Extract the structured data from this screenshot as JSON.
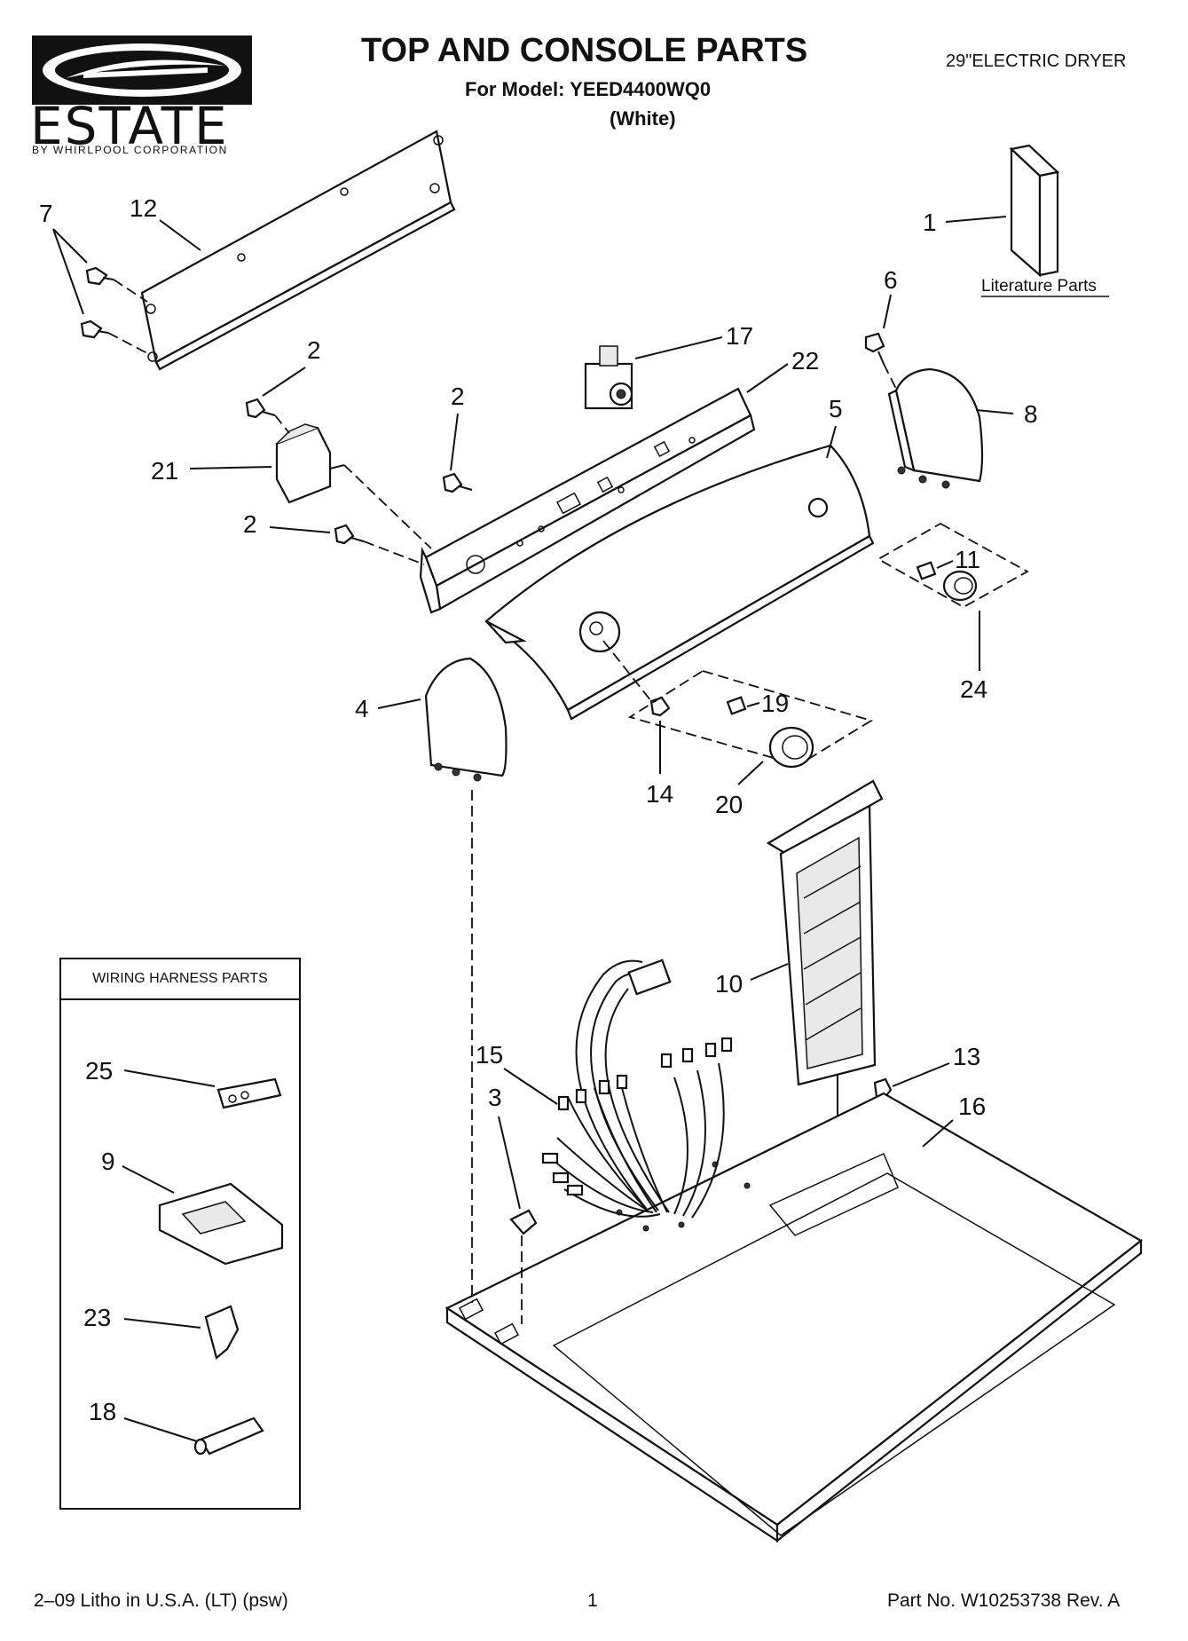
{
  "brand": {
    "name": "ESTATE",
    "byline": "BY WHIRLPOOL CORPORATION"
  },
  "header": {
    "title": "TOP AND CONSOLE PARTS",
    "model_line": "For Model: YEED4400WQ0",
    "color_line": "(White)",
    "product": "29\"ELECTRIC DRYER"
  },
  "literature": {
    "label": "Literature Parts"
  },
  "harness_box": {
    "title": "WIRING HARNESS PARTS"
  },
  "callouts": {
    "c1": "1",
    "c2a": "2",
    "c2b": "2",
    "c2c": "2",
    "c3": "3",
    "c4": "4",
    "c5": "5",
    "c6": "6",
    "c7": "7",
    "c8": "8",
    "c9": "9",
    "c10": "10",
    "c11": "11",
    "c12": "12",
    "c13": "13",
    "c14": "14",
    "c15": "15",
    "c16": "16",
    "c17": "17",
    "c18": "18",
    "c19": "19",
    "c20": "20",
    "c21": "21",
    "c22": "22",
    "c23": "23",
    "c24": "24",
    "c25": "25"
  },
  "footer": {
    "left": "2–09 Litho in U.S.A. (LT) (psw)",
    "page": "1",
    "part_no": "Part No. W10253738 Rev. A"
  }
}
